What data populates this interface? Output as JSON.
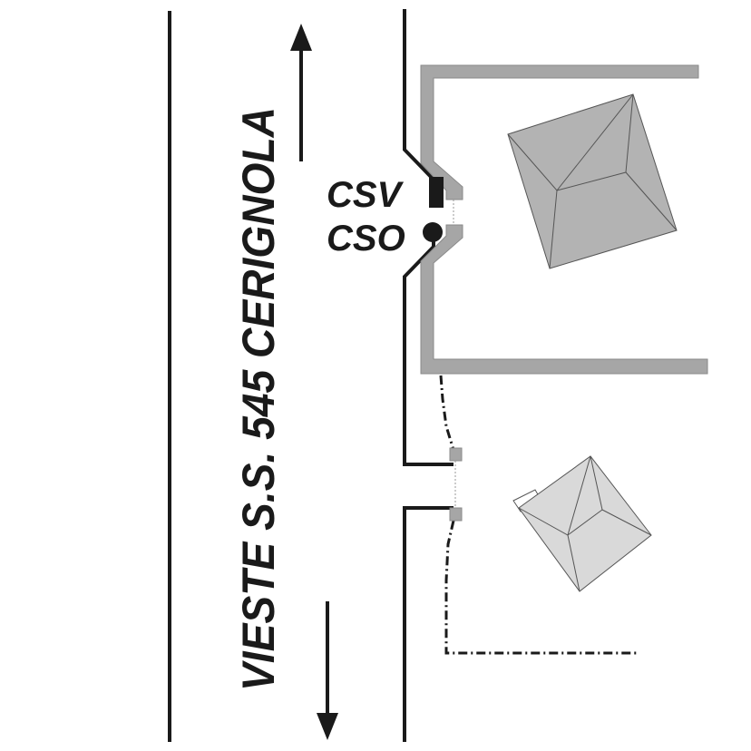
{
  "road": {
    "label": "VIESTE  S.S. 545  CERIGNOLA"
  },
  "points": {
    "csv_label": "CSV",
    "cso_label": "CSO"
  },
  "colors": {
    "ink": "#1a1a1a",
    "wall_fill": "#a6a6a6",
    "wall_stroke": "#8a8a8a",
    "roof_light": "#b3b3b3",
    "roof_lighter": "#d9d9d9"
  }
}
